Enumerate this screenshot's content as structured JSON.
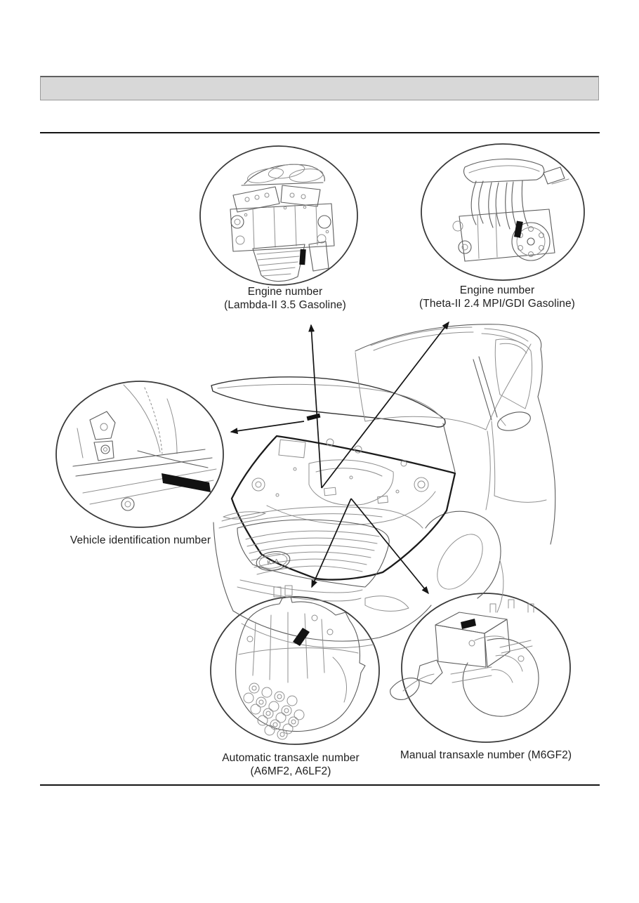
{
  "page": {
    "header_bar_text": "",
    "badge_text": "KIA"
  },
  "callouts": {
    "engine_lambda": {
      "line1": "Engine number",
      "line2": "(Lambda-II 3.5 Gasoline)"
    },
    "engine_theta": {
      "line1": "Engine number",
      "line2": "(Theta-II 2.4 MPI/GDI Gasoline)"
    },
    "vin": {
      "line1": "Vehicle identification number"
    },
    "auto_transaxle": {
      "line1": "Automatic transaxle number",
      "line2": "(A6MF2, A6LF2)"
    },
    "manual_transaxle": {
      "line1": "Manual transaxle number (M6GF2)"
    }
  },
  "colors": {
    "header_bar_fill": "#d8d8d8",
    "rule": "#141414",
    "line_art": "#3a3a3a",
    "light_line": "#8f8f8f",
    "location_marker": "#121212"
  }
}
